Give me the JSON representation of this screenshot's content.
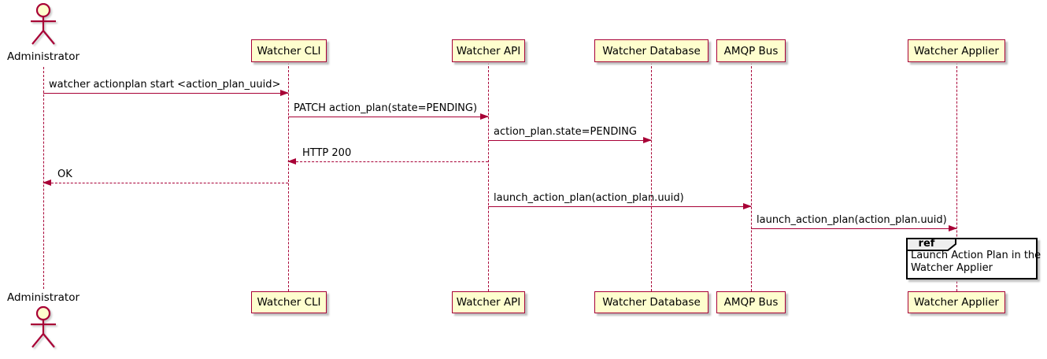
{
  "diagram_type": "sequence",
  "actors": {
    "administrator": {
      "label": "Administrator"
    }
  },
  "participants": [
    {
      "id": "watcher-cli",
      "label": "Watcher CLI"
    },
    {
      "id": "watcher-api",
      "label": "Watcher API"
    },
    {
      "id": "watcher-database",
      "label": "Watcher Database"
    },
    {
      "id": "amqp-bus",
      "label": "AMQP Bus"
    },
    {
      "id": "watcher-applier",
      "label": "Watcher Applier"
    }
  ],
  "messages": [
    {
      "from": "Administrator",
      "to": "Watcher CLI",
      "label": "watcher actionplan start <action_plan_uuid>",
      "line": "solid",
      "direction": "right"
    },
    {
      "from": "Watcher CLI",
      "to": "Watcher API",
      "label": "PATCH action_plan(state=PENDING)",
      "line": "solid",
      "direction": "right"
    },
    {
      "from": "Watcher API",
      "to": "Watcher Database",
      "label": "action_plan.state=PENDING",
      "line": "solid",
      "direction": "right"
    },
    {
      "from": "Watcher API",
      "to": "Watcher CLI",
      "label": "HTTP 200",
      "line": "dashed",
      "direction": "left"
    },
    {
      "from": "Watcher CLI",
      "to": "Administrator",
      "label": "OK",
      "line": "dashed",
      "direction": "left"
    },
    {
      "from": "Watcher API",
      "to": "AMQP Bus",
      "label": "launch_action_plan(action_plan.uuid)",
      "line": "solid",
      "direction": "right"
    },
    {
      "from": "AMQP Bus",
      "to": "Watcher Applier",
      "label": "launch_action_plan(action_plan.uuid)",
      "line": "solid",
      "direction": "right"
    }
  ],
  "ref_fragment": {
    "keyword": "ref",
    "over": "Watcher Applier",
    "lines": [
      "Launch Action Plan in the",
      "Watcher Applier"
    ]
  },
  "colors": {
    "participant_fill": "#FEFECE",
    "stroke": "#A80036",
    "text": "#000000",
    "ref_keyword_fill": "#EEEEEE",
    "ref_border": "#000000",
    "background": "#FFFFFF"
  }
}
